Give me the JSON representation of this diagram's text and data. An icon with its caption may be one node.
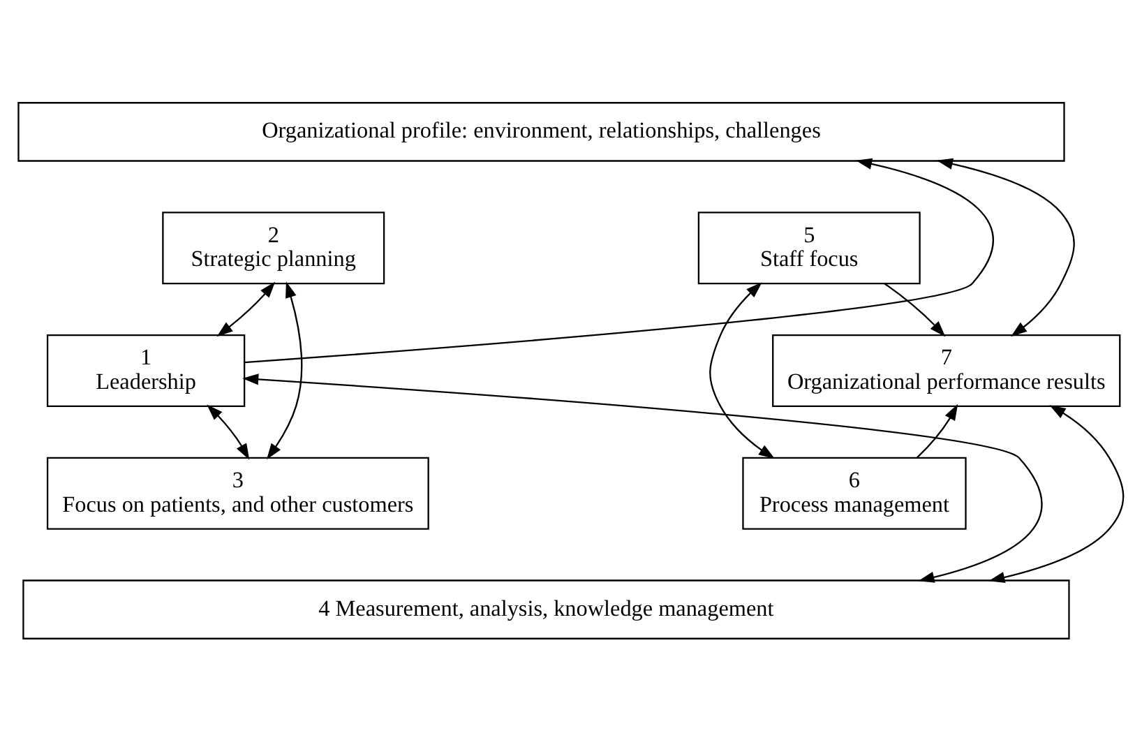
{
  "diagram": {
    "nodes": [
      {
        "text": [
          "Organizational profile: environment, relationships, challenges"
        ]
      },
      {
        "text": [
          "1",
          "Leadership"
        ]
      },
      {
        "text": [
          "2",
          "Strategic planning"
        ]
      },
      {
        "text": [
          "3",
          "Focus on patients, and other customers"
        ]
      },
      {
        "text": [
          "4 Measurement, analysis, knowledge management"
        ]
      },
      {
        "text": [
          "5",
          "Staff focus"
        ]
      },
      {
        "text": [
          "6",
          "Process management"
        ]
      },
      {
        "text": [
          "7",
          "Organizational performance results"
        ]
      }
    ],
    "edges": [
      {
        "from": 1,
        "to": 0,
        "arrow": "to"
      },
      {
        "from": 1,
        "to": 2,
        "arrow": "both"
      },
      {
        "from": 2,
        "to": 3,
        "arrow": "both"
      },
      {
        "from": 1,
        "to": 3,
        "arrow": "both"
      },
      {
        "from": 1,
        "to": 4,
        "arrow": "both"
      },
      {
        "from": 5,
        "to": 6,
        "arrow": "both"
      },
      {
        "from": 5,
        "to": 7,
        "arrow": "to"
      },
      {
        "from": 6,
        "to": 7,
        "arrow": "to"
      },
      {
        "from": 7,
        "to": 0,
        "arrow": "both"
      },
      {
        "from": 7,
        "to": 4,
        "arrow": "both"
      }
    ]
  }
}
